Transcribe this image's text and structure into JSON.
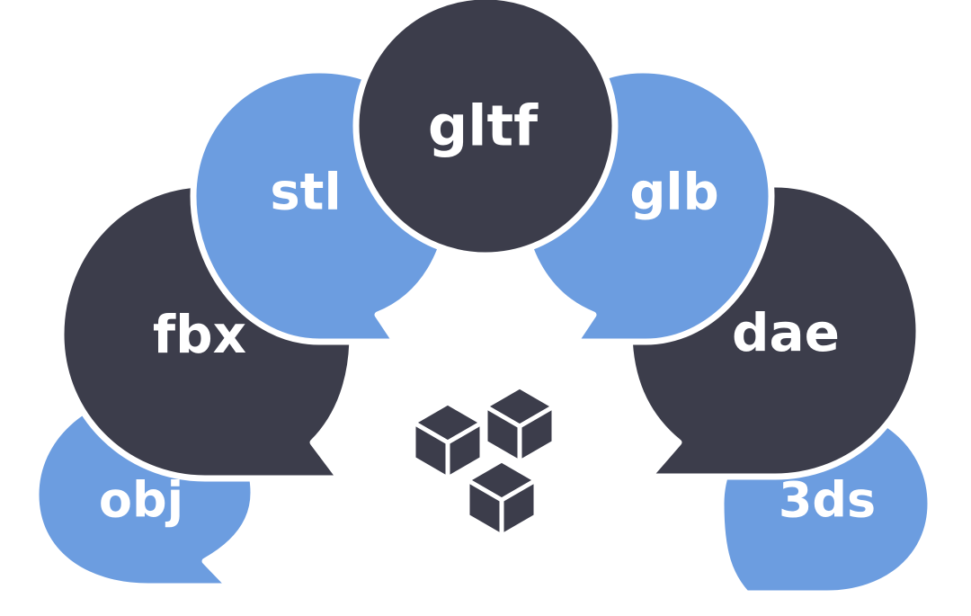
{
  "colors": {
    "dark": "#3c3d4b",
    "blue": "#6c9de0",
    "background": "#ffffff"
  },
  "center_icon": "3d-cubes-icon",
  "formats": [
    {
      "id": "obj",
      "label": "obj",
      "color": "blue"
    },
    {
      "id": "fbx",
      "label": "fbx",
      "color": "dark"
    },
    {
      "id": "stl",
      "label": "stl",
      "color": "blue"
    },
    {
      "id": "gltf",
      "label": "gltf",
      "color": "dark"
    },
    {
      "id": "glb",
      "label": "glb",
      "color": "blue"
    },
    {
      "id": "dae",
      "label": "dae",
      "color": "dark"
    },
    {
      "id": "3ds",
      "label": "3ds",
      "color": "blue"
    }
  ]
}
